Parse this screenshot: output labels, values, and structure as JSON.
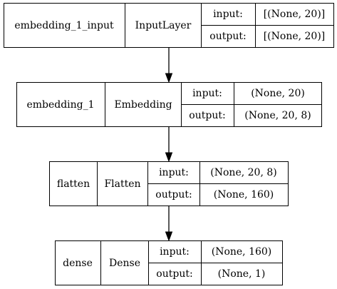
{
  "model_graph": {
    "layers": [
      {
        "name": "embedding_1_input",
        "type": "InputLayer",
        "input_label": "input:",
        "input_shape": "[(None, 20)]",
        "output_label": "output:",
        "output_shape": "[(None, 20)]"
      },
      {
        "name": "embedding_1",
        "type": "Embedding",
        "input_label": "input:",
        "input_shape": "(None, 20)",
        "output_label": "output:",
        "output_shape": "(None, 20, 8)"
      },
      {
        "name": "flatten",
        "type": "Flatten",
        "input_label": "input:",
        "input_shape": "(None, 20, 8)",
        "output_label": "output:",
        "output_shape": "(None, 160)"
      },
      {
        "name": "dense",
        "type": "Dense",
        "input_label": "input:",
        "input_shape": "(None, 160)",
        "output_label": "output:",
        "output_shape": "(None, 1)"
      }
    ]
  },
  "colors": {
    "stroke": "#000000",
    "background": "#ffffff",
    "text": "#000000"
  }
}
